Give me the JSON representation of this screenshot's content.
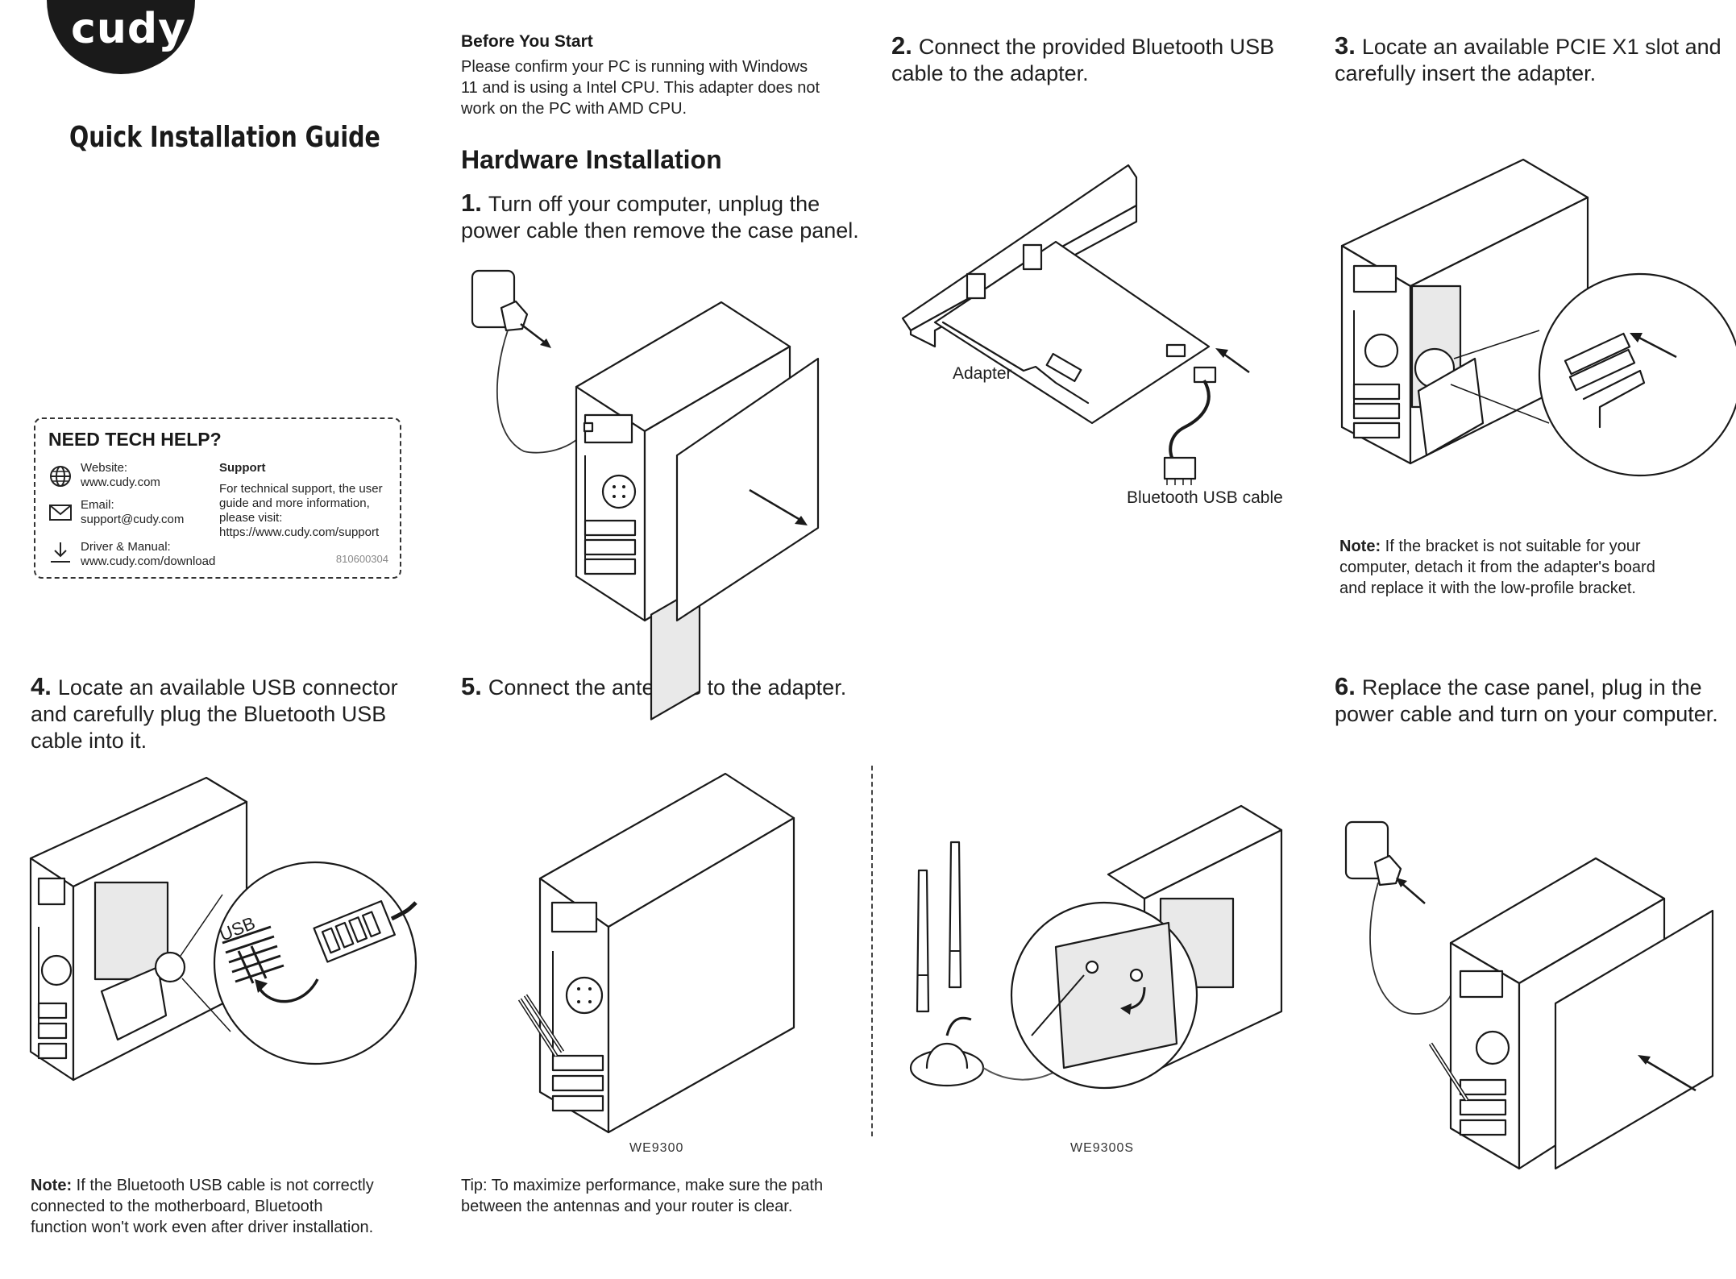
{
  "brand": {
    "logo_text": "cudy"
  },
  "guide_title": "Quick Installation Guide",
  "tech_help": {
    "heading": "NEED TECH HELP?",
    "website_label": "Website:",
    "website_value": "www.cudy.com",
    "email_label": "Email:",
    "email_value": "support@cudy.com",
    "driver_label": "Driver & Manual:",
    "driver_value": "www.cudy.com/download",
    "support_heading": "Support",
    "support_text_1": "For technical support, the user",
    "support_text_2": "guide and more information,",
    "support_text_3": "please visit:",
    "support_text_4": "https://www.cudy.com/support",
    "code": "810600304"
  },
  "before_start": {
    "heading": "Before You Start",
    "line_1": "Please confirm your PC is running with Windows",
    "line_2": "11 and is using a Intel CPU. This adapter does not",
    "line_3": "work on the PC with AMD CPU."
  },
  "hardware_heading": "Hardware Installation",
  "steps": [
    {
      "num": "1.",
      "line_1": "Turn off your computer, unplug the",
      "line_2": "power cable then remove the case panel.",
      "line_3": ""
    },
    {
      "num": "2.",
      "line_1": "Connect the provided Bluetooth USB",
      "line_2": "cable to the adapter.",
      "line_3": ""
    },
    {
      "num": "3.",
      "line_1": "Locate an available PCIE X1 slot and",
      "line_2": "carefully insert the adapter.",
      "line_3": ""
    },
    {
      "num": "4.",
      "line_1": "Locate an available USB connector",
      "line_2": "and carefully plug the Bluetooth USB",
      "line_3": "cable into it."
    },
    {
      "num": "5.",
      "line_1": "Connect the antennas to the adapter.",
      "line_2": "",
      "line_3": ""
    },
    {
      "num": "6.",
      "line_1": "Replace the case panel, plug in the",
      "line_2": "power cable and turn on your computer.",
      "line_3": ""
    }
  ],
  "labels": {
    "adapter": "Adapter",
    "bt_cable": "Bluetooth USB cable",
    "usb": "USB",
    "model_1": "WE9300",
    "model_2": "WE9300S"
  },
  "notes": {
    "note_label": "Note:",
    "note_3_line_1": " If the bracket is not suitable for your",
    "note_3_line_2": "computer, detach it from the adapter's board",
    "note_3_line_3": "and replace it with the low-profile bracket.",
    "note_4_line_1": " If the Bluetooth USB cable is not correctly",
    "note_4_line_2": "connected to the motherboard, Bluetooth",
    "note_4_line_3": "function won't work even after driver installation.",
    "tip_line_1": "Tip: To maximize performance, make sure the path",
    "tip_line_2": "between the antennas and your router is clear."
  },
  "icons": [
    "globe-icon",
    "mail-icon",
    "download-icon"
  ]
}
